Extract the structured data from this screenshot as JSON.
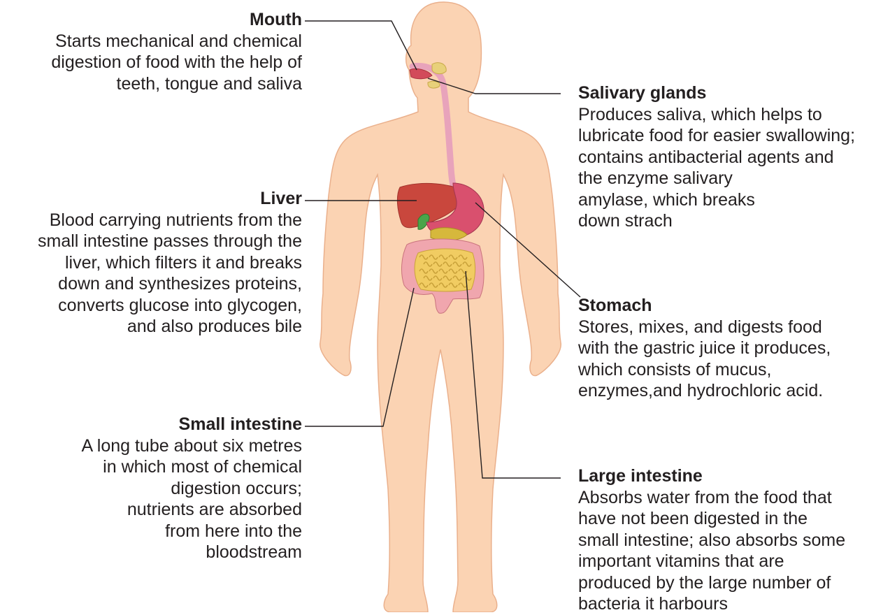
{
  "labels": {
    "mouth": {
      "title": "Mouth",
      "lines": [
        "Starts mechanical and chemical",
        "digestion of food with the help of",
        "teeth, tongue and saliva"
      ]
    },
    "liver": {
      "title": "Liver",
      "lines": [
        "Blood carrying nutrients from the",
        "small intestine passes through the",
        "liver, which filters it and breaks",
        "down and synthesizes proteins,",
        "converts glucose into glycogen,",
        "and also produces bile"
      ]
    },
    "small_intestine": {
      "title": "Small intestine",
      "lines": [
        "A long tube about six metres",
        "in which most of chemical",
        "digestion occurs;",
        "nutrients are absorbed",
        "from here into the",
        "bloodstream"
      ]
    },
    "salivary_glands": {
      "title": "Salivary glands",
      "lines": [
        "Produces saliva, which helps to",
        "lubricate food for easier swallowing;",
        "contains antibacterial agents and",
        "the enzyme salivary",
        "amylase, which breaks",
        "down strach"
      ]
    },
    "stomach": {
      "title": "Stomach",
      "lines": [
        "Stores, mixes, and digests food",
        "with the gastric juice it produces,",
        "which consists of mucus,",
        "enzymes,and hydrochloric acid."
      ]
    },
    "large_intestine": {
      "title": "Large intestine",
      "lines": [
        "Absorbs water from the food that",
        "have not been digested in the",
        "small intestine; also absorbs some",
        "important vitamins that are",
        "produced by the large number of",
        "bacteria it harbours"
      ]
    }
  },
  "colors": {
    "skin": "#fbd3b3",
    "skin_outline": "#eab08c",
    "esophagus": "#e8a3bb",
    "stomach": "#d9506e",
    "liver": "#c9473d",
    "gallbladder": "#4aa54a",
    "pancreas": "#d6b83c",
    "small_intestine": "#f1cc62",
    "large_intestine": "#f0a6ae",
    "leader_line": "#231f20"
  }
}
